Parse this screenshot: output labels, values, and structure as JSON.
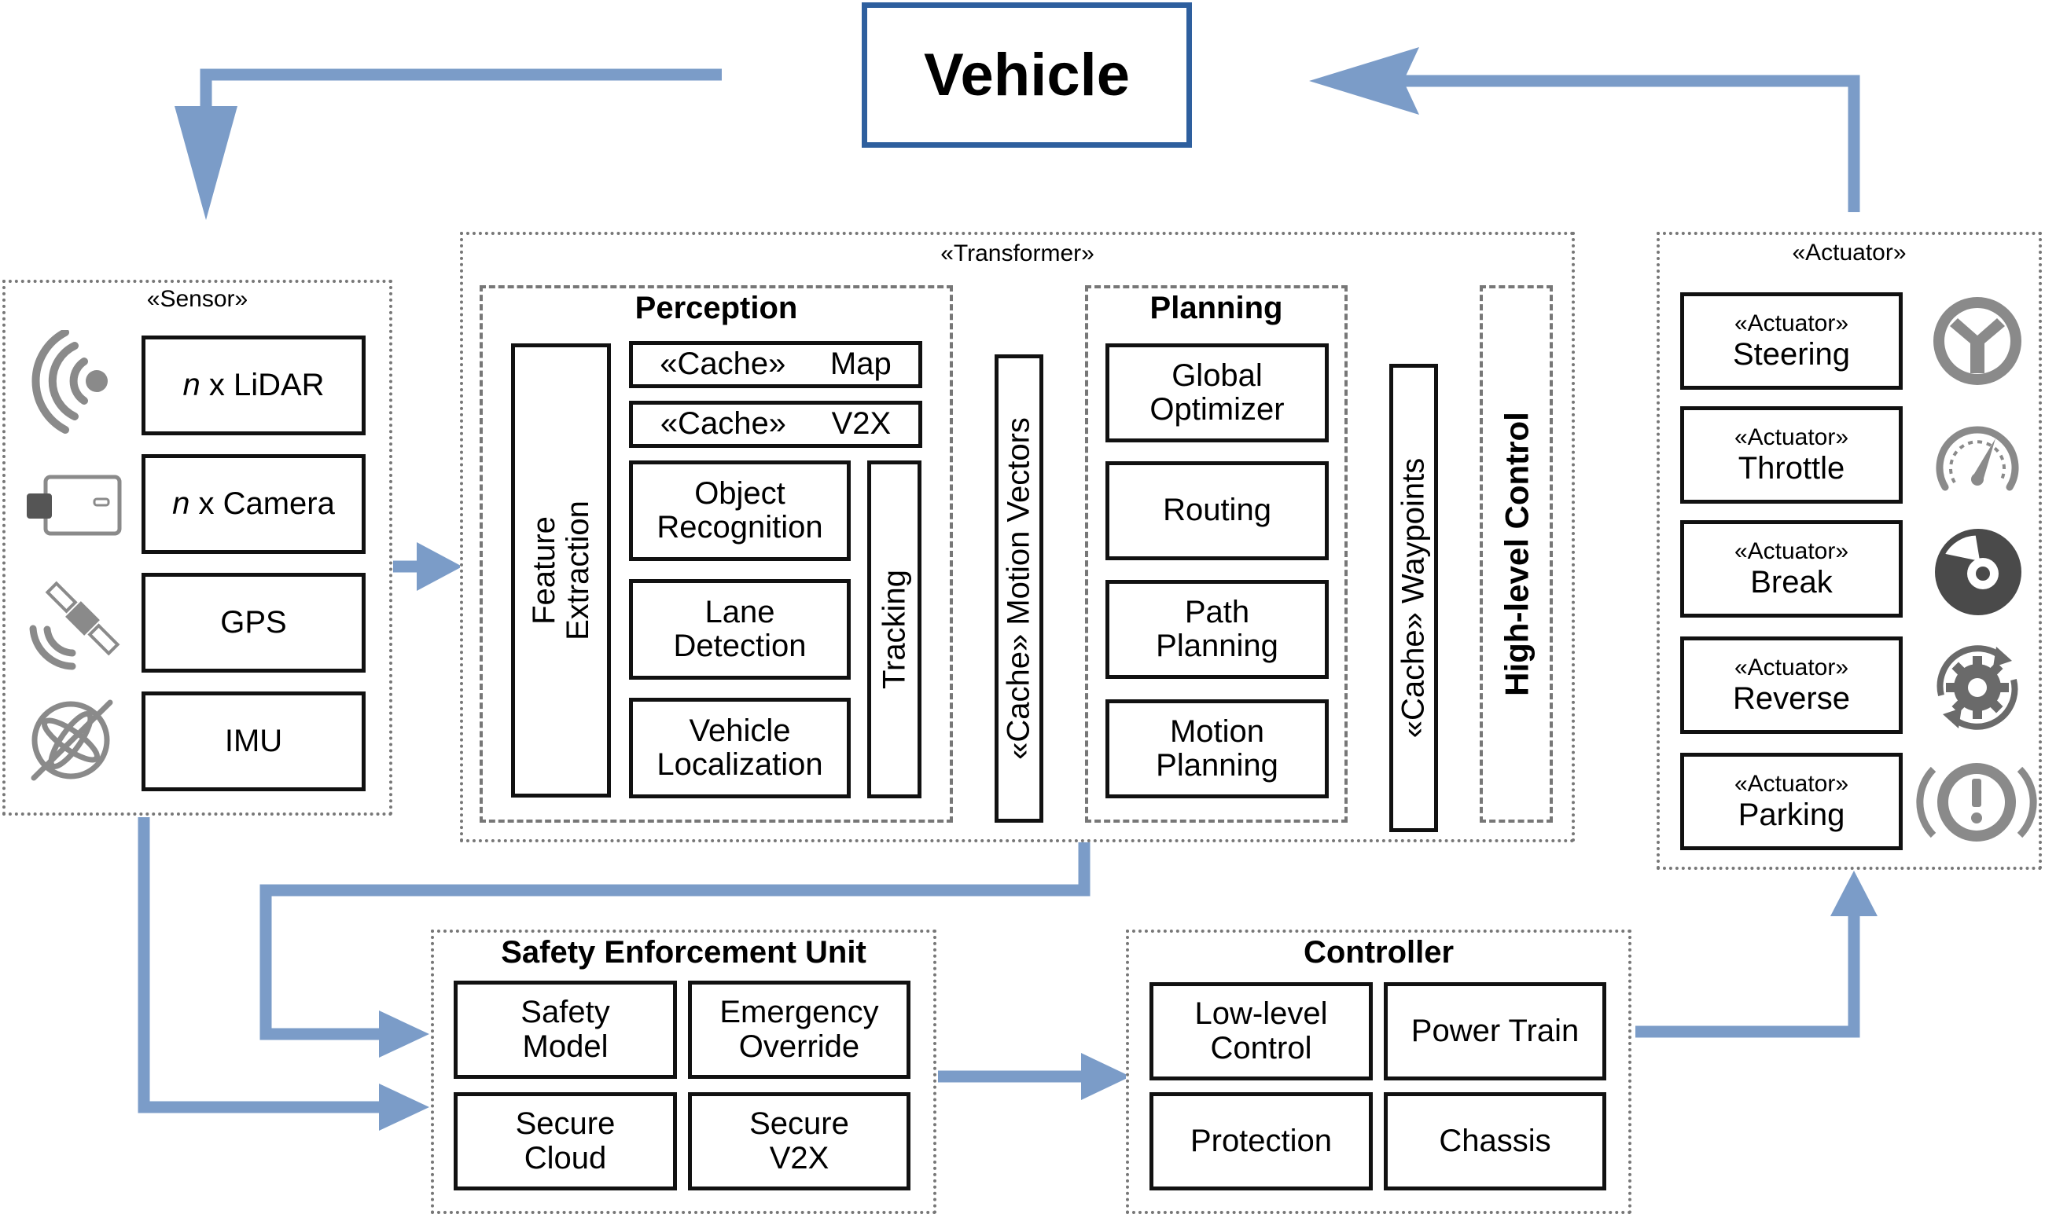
{
  "vehicle": {
    "label": "Vehicle"
  },
  "sensor": {
    "stereotype": "«Sensor»",
    "lidar": {
      "count": "n",
      "label": " x LiDAR"
    },
    "camera": {
      "count": "n",
      "label": " x Camera"
    },
    "gps": "GPS",
    "imu": "IMU",
    "icons": [
      "wireless-signal-icon",
      "camera-device-icon",
      "satellite-icon",
      "gyroscope-icon"
    ]
  },
  "transformer": {
    "stereotype": "«Transformer»",
    "perception": {
      "title": "Perception",
      "feature_extraction": [
        "Feature",
        "Extraction"
      ],
      "cache_map": {
        "stereotype": "«Cache»",
        "label": "Map"
      },
      "cache_v2x": {
        "stereotype": "«Cache»",
        "label": "V2X"
      },
      "object_recognition": [
        "Object",
        "Recognition"
      ],
      "lane_detection": [
        "Lane",
        "Detection"
      ],
      "vehicle_localization": [
        "Vehicle",
        "Localization"
      ],
      "tracking": "Tracking"
    },
    "motion_vectors": "«Cache» Motion Vectors",
    "planning": {
      "title": "Planning",
      "global_optimizer": [
        "Global",
        "Optimizer"
      ],
      "routing": "Routing",
      "path_planning": [
        "Path",
        "Planning"
      ],
      "motion_planning": [
        "Motion",
        "Planning"
      ]
    },
    "waypoints": "«Cache» Waypoints",
    "high_level_control": "High-level Control"
  },
  "actuator": {
    "stereotype": "«Actuator»",
    "items": [
      {
        "stereotype": "«Actuator»",
        "name": "Steering"
      },
      {
        "stereotype": "«Actuator»",
        "name": "Throttle"
      },
      {
        "stereotype": "«Actuator»",
        "name": "Break"
      },
      {
        "stereotype": "«Actuator»",
        "name": "Reverse"
      },
      {
        "stereotype": "«Actuator»",
        "name": "Parking"
      }
    ],
    "icons": [
      "steering-wheel-icon",
      "speedometer-icon",
      "brake-disc-icon",
      "reverse-gear-icon",
      "parking-brake-warning-icon"
    ]
  },
  "safety": {
    "title": "Safety Enforcement Unit",
    "safety_model": [
      "Safety",
      "Model"
    ],
    "emergency_override": [
      "Emergency",
      "Override"
    ],
    "secure_cloud": [
      "Secure",
      "Cloud"
    ],
    "secure_v2x": [
      "Secure",
      "V2X"
    ]
  },
  "controller": {
    "title": "Controller",
    "low_level_control": [
      "Low-level",
      "Control"
    ],
    "power_train": "Power Train",
    "protection": "Protection",
    "chassis": "Chassis"
  },
  "colors": {
    "flow": "#7b9cc8",
    "vehicle_border": "#2e5f9e",
    "icon_gray": "#8a8a8a",
    "icon_dark": "#4a4a4a"
  }
}
